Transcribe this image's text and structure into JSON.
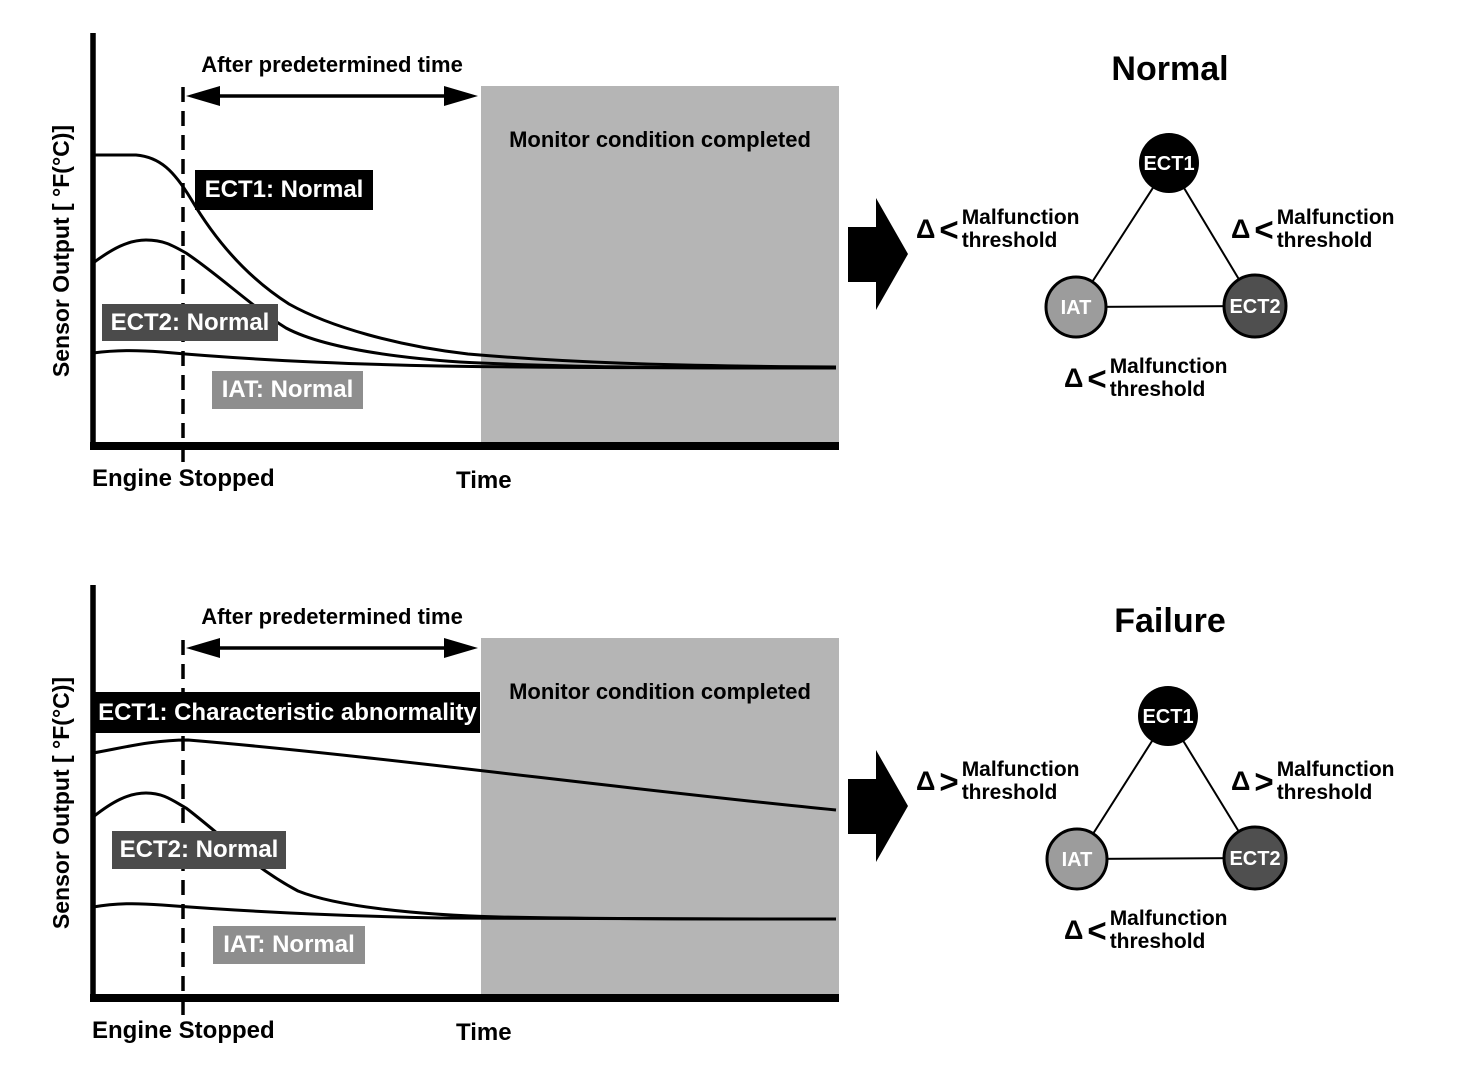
{
  "colors": {
    "monitor_region_gray": "#b5b5b5",
    "ect1_black": "#000000",
    "ect2_dark_gray": "#4b4b4b",
    "iat_medium_gray": "#8e8e8e",
    "iat_circle_gray": "#9c9c9c",
    "ect2_circle_gray": "#4f4f4f",
    "line_black": "#000000",
    "text_white": "#ffffff"
  },
  "top_chart": {
    "y_axis_label": "Sensor Output [ °F(°C)]",
    "predetermined_time_label": "After predetermined time",
    "monitor_label": "Monitor condition completed",
    "ect1_label": "ECT1: Normal",
    "ect2_label": "ECT2: Normal",
    "iat_label": "IAT: Normal",
    "engine_stopped_label": "Engine Stopped",
    "time_label": "Time"
  },
  "bottom_chart": {
    "y_axis_label": "Sensor Output [ °F(°C)]",
    "predetermined_time_label": "After predetermined time",
    "monitor_label": "Monitor condition completed",
    "ect1_label": "ECT1: Characteristic abnormality",
    "ect2_label": "ECT2: Normal",
    "iat_label": "IAT: Normal",
    "engine_stopped_label": "Engine Stopped",
    "time_label": "Time"
  },
  "normal_diagram": {
    "title": "Normal",
    "node_top": "ECT1",
    "node_bottom_left": "IAT",
    "node_bottom_right": "ECT2",
    "left_threshold": {
      "delta": "Δ",
      "comparator": "<",
      "line1": "Malfunction",
      "line2": "threshold"
    },
    "right_threshold": {
      "delta": "Δ",
      "comparator": "<",
      "line1": "Malfunction",
      "line2": "threshold"
    },
    "bottom_threshold": {
      "delta": "Δ",
      "comparator": "<",
      "line1": "Malfunction",
      "line2": "threshold"
    }
  },
  "failure_diagram": {
    "title": "Failure",
    "node_top": "ECT1",
    "node_bottom_left": "IAT",
    "node_bottom_right": "ECT2",
    "left_threshold": {
      "delta": "Δ",
      "comparator": ">",
      "line1": "Malfunction",
      "line2": "threshold"
    },
    "right_threshold": {
      "delta": "Δ",
      "comparator": ">",
      "line1": "Malfunction",
      "line2": "threshold"
    },
    "bottom_threshold": {
      "delta": "Δ",
      "comparator": "<",
      "line1": "Malfunction",
      "line2": "threshold"
    }
  },
  "chart_data": [
    {
      "type": "line",
      "panel": "top",
      "ylabel": "Sensor Output [ °F(°C)]",
      "xlabel": "Time",
      "series": [
        {
          "name": "ECT1: Normal",
          "trend": "starts high, decays after engine stop and converges with other sensors"
        },
        {
          "name": "ECT2: Normal",
          "trend": "small rise then decays and converges"
        },
        {
          "name": "IAT: Normal",
          "trend": "nearly flat, slight decay"
        }
      ],
      "annotations": [
        "Engine Stopped",
        "After predetermined time",
        "Monitor condition completed"
      ]
    },
    {
      "type": "line",
      "panel": "bottom",
      "ylabel": "Sensor Output [ °F(°C)]",
      "xlabel": "Time",
      "series": [
        {
          "name": "ECT1: Characteristic abnormality",
          "trend": "stays high, only slight linear decline, does not converge"
        },
        {
          "name": "ECT2: Normal",
          "trend": "small rise then decays and converges with IAT"
        },
        {
          "name": "IAT: Normal",
          "trend": "nearly flat, slight decay"
        }
      ],
      "annotations": [
        "Engine Stopped",
        "After predetermined time",
        "Monitor condition completed"
      ]
    }
  ]
}
